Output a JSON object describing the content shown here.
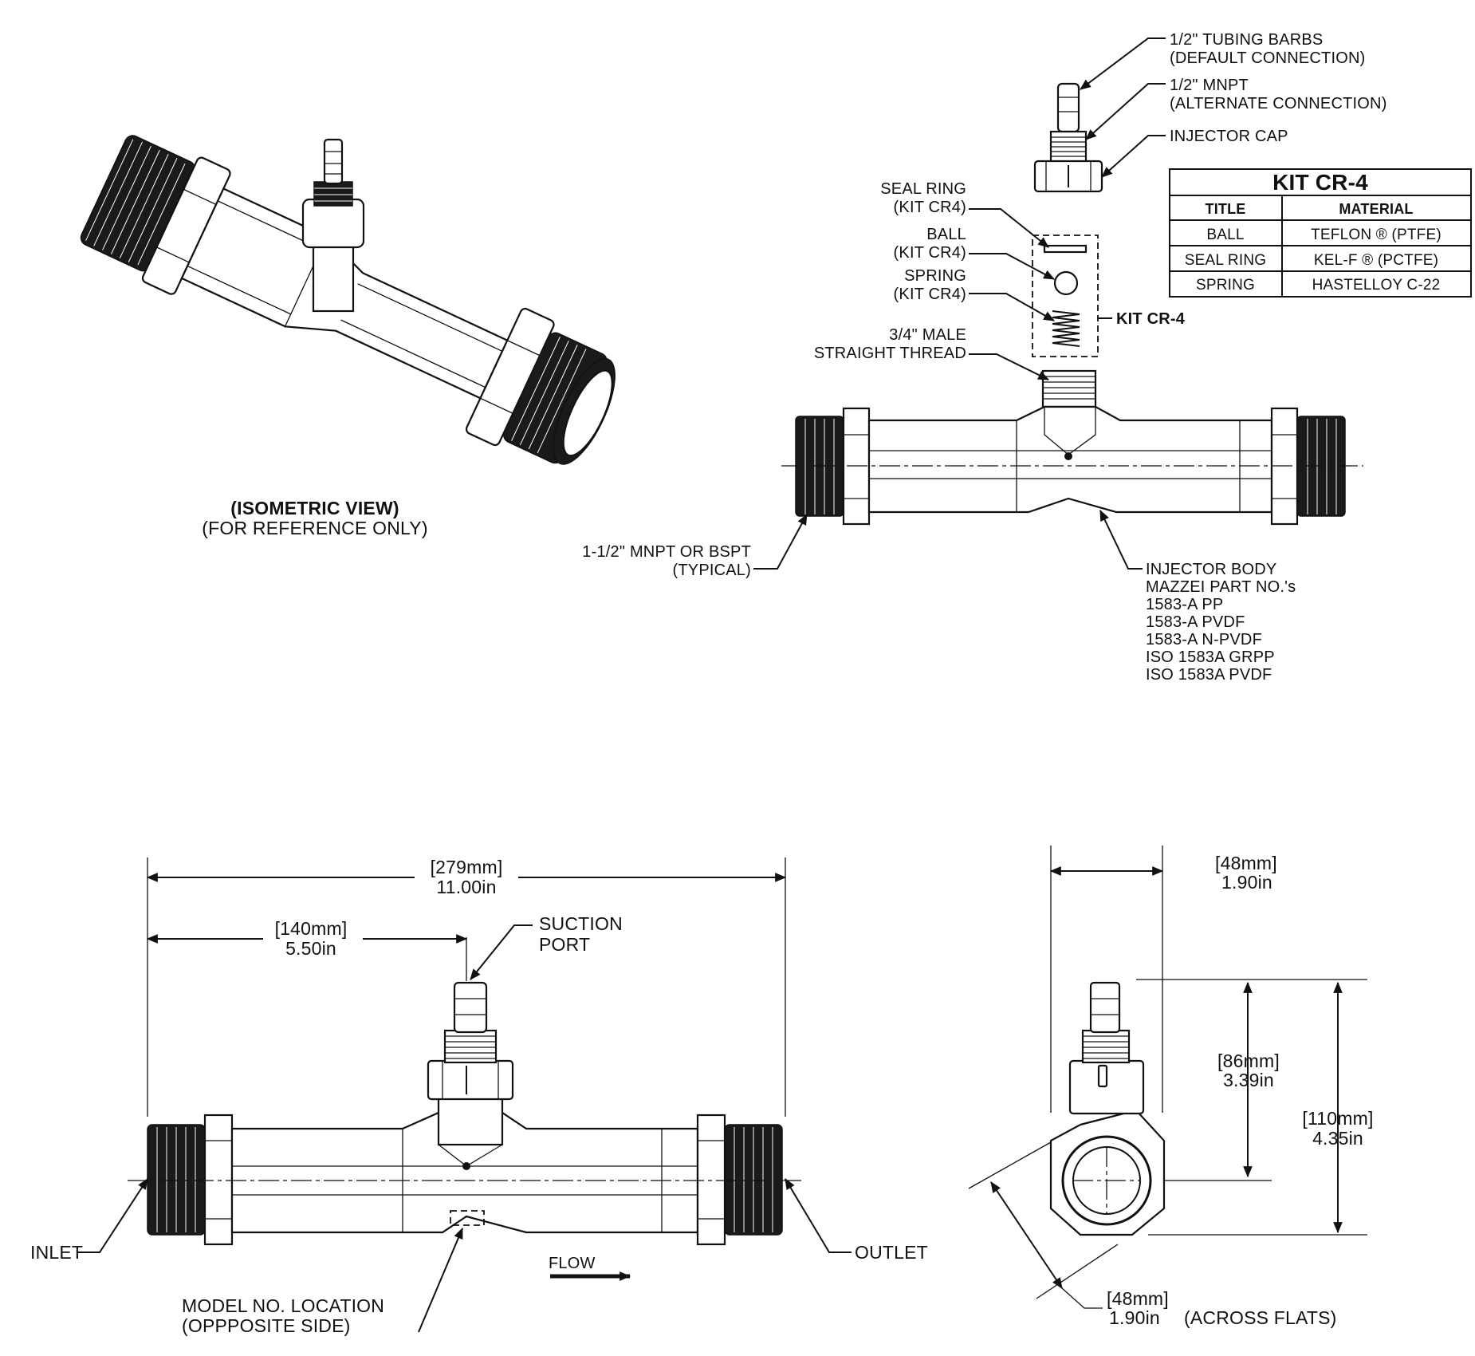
{
  "iso_view": {
    "title": "(ISOMETRIC VIEW)",
    "subtitle": "(FOR REFERENCE ONLY)"
  },
  "callouts": {
    "tubing_barbs": [
      "1/2\" TUBING BARBS",
      "(DEFAULT CONNECTION)"
    ],
    "mnpt": [
      "1/2\" MNPT",
      "(ALTERNATE CONNECTION)"
    ],
    "injector_cap": "INJECTOR CAP",
    "seal_ring": [
      "SEAL RING",
      "(KIT CR4)"
    ],
    "ball": [
      "BALL",
      "(KIT CR4)"
    ],
    "spring": [
      "SPRING",
      "(KIT CR4)"
    ],
    "male_thread": [
      "3/4\" MALE",
      "STRAIGHT THREAD"
    ],
    "kit_label": "KIT CR-4",
    "mnpt_bspt": [
      "1-1/2\" MNPT OR BSPT",
      "(TYPICAL)"
    ],
    "injector_body": [
      "INJECTOR BODY",
      "MAZZEI PART NO.'s",
      "1583-A PP",
      "1583-A PVDF",
      "1583-A N-PVDF",
      "ISO 1583A GRPP",
      "ISO 1583A PVDF"
    ],
    "suction_port": [
      "SUCTION",
      "PORT"
    ],
    "inlet": "INLET",
    "outlet": "OUTLET",
    "flow": "FLOW",
    "model_no": [
      "MODEL NO. LOCATION",
      "(OPPPOSITE SIDE)"
    ]
  },
  "kit_table": {
    "title": "KIT CR-4",
    "headers": [
      "TITLE",
      "MATERIAL"
    ],
    "rows": [
      [
        "BALL",
        "TEFLON ® (PTFE)"
      ],
      [
        "SEAL RING",
        "KEL-F ® (PCTFE)"
      ],
      [
        "SPRING",
        "HASTELLOY C-22"
      ]
    ]
  },
  "dimensions": {
    "overall_length": {
      "metric": "[279mm]",
      "imperial": "11.00in"
    },
    "suction_offset": {
      "metric": "[140mm]",
      "imperial": "5.50in"
    },
    "body_width": {
      "metric": "[48mm]",
      "imperial": "1.90in"
    },
    "port_height": {
      "metric": "[86mm]",
      "imperial": "3.39in"
    },
    "total_height": {
      "metric": "[110mm]",
      "imperial": "4.35in"
    },
    "across_flats": {
      "metric": "[48mm]",
      "imperial": "1.90in",
      "note": "(ACROSS FLATS)"
    }
  }
}
